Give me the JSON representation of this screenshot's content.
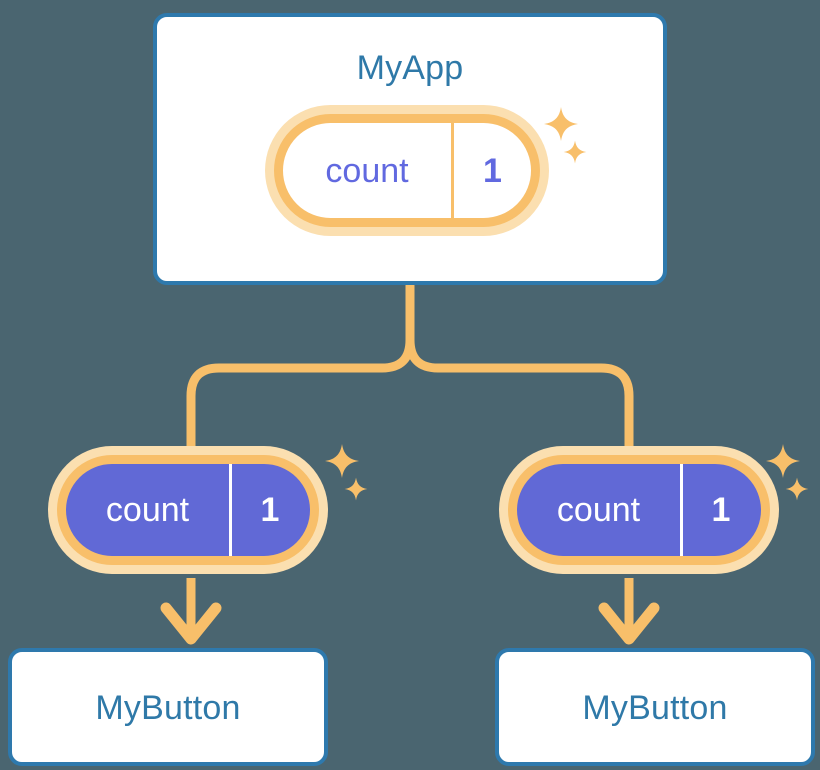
{
  "background_color": "#4a6570",
  "palette": {
    "box_border_blue": "#2e79ad",
    "title_blue": "#2f79a8",
    "pill_border_orange": "#f8bf6a",
    "pill_glow_orange": "#fbdfb0",
    "pill_fill_purple": "#6169d6",
    "pill_text_purple": "#6169e0",
    "pill_text_white": "#ffffff",
    "connector_orange": "#f8bf6a"
  },
  "diagram": {
    "type": "component-state-propagation-tree",
    "root": {
      "name": "app-component",
      "title": "MyApp",
      "state_pill": {
        "key": "count",
        "value": "1",
        "style": "light"
      },
      "sparkles": 2
    },
    "children": [
      {
        "name": "button-component-left",
        "title": "MyButton",
        "state_pill": {
          "key": "count",
          "value": "1",
          "style": "solid"
        },
        "sparkles": 2
      },
      {
        "name": "button-component-right",
        "title": "MyButton",
        "state_pill": {
          "key": "count",
          "value": "1",
          "style": "solid"
        },
        "sparkles": 2
      }
    ]
  }
}
